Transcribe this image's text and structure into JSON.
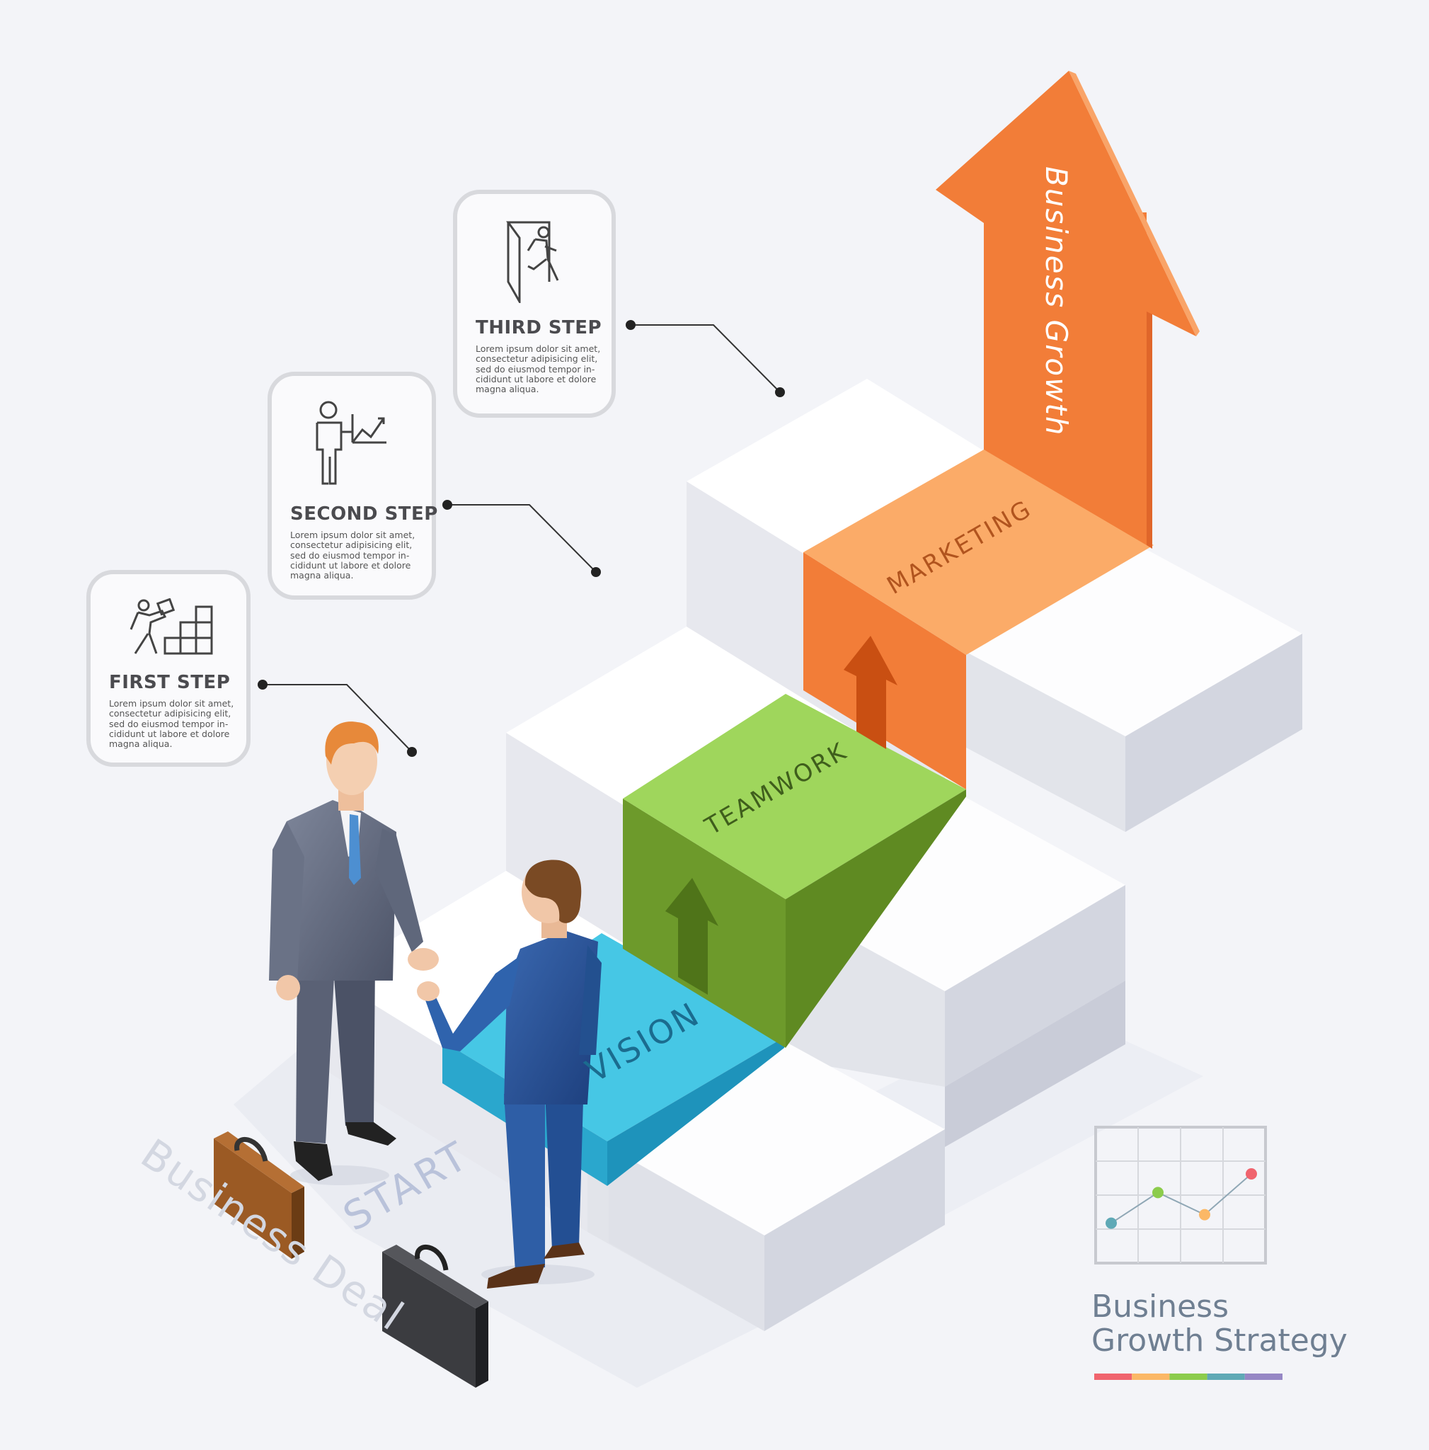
{
  "steps": [
    {
      "title": "FIRST STEP",
      "text": "Lorem ipsum dolor sit amet,\nconsectetur adipisicing elit,\nsed do eiusmod tempor in-\ncididunt ut labore et dolore\nmagna aliqua.",
      "icon": "building-blocks-icon"
    },
    {
      "title": "SECOND STEP",
      "text": "Lorem ipsum dolor sit amet,\nconsectetur adipisicing elit,\nsed do eiusmod tempor in-\ncididunt ut labore et dolore\nmagna aliqua.",
      "icon": "presentation-chart-icon"
    },
    {
      "title": "THIRD STEP",
      "text": "Lorem ipsum dolor sit amet,\nconsectetur adipisicing elit,\nsed do eiusmod tempor in-\ncididunt ut labore et dolore\nmagna aliqua.",
      "icon": "exit-door-icon"
    }
  ],
  "stairs": {
    "vision": "VISION",
    "teamwork": "TEAMWORK",
    "marketing": "MARKETING",
    "arrow_text": "Business Growth"
  },
  "floor": {
    "start": "START",
    "deal": "Business Deal"
  },
  "branding": {
    "title_line1": "Business",
    "title_line2": "Growth Strategy",
    "color_bar": [
      "#f0646e",
      "#fbb866",
      "#8ccc4c",
      "#5fa9b6",
      "#9687c5"
    ]
  },
  "chart_icon": {
    "points": [
      0.55,
      1.45,
      0.8,
      2.0
    ]
  },
  "colors": {
    "vision": "#46c7e5",
    "teamwork": "#9fd65c",
    "marketing": "#fbab68",
    "arrow": "#f27d38"
  }
}
